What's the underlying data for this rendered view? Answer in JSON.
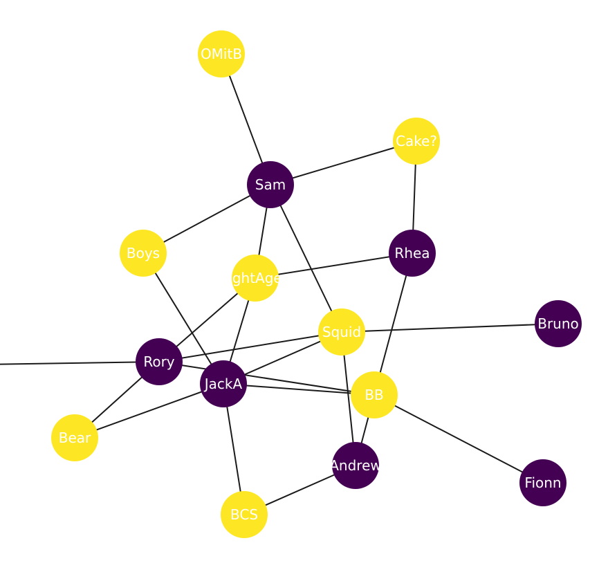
{
  "colors": {
    "yellow": "#fde725",
    "purple": "#440154",
    "edge": "#1a1a1a",
    "label": "#ffffff",
    "background": "#ffffff"
  },
  "nodes": [
    {
      "id": "OMitB",
      "label": "OMitB",
      "group": "yellow"
    },
    {
      "id": "CakeQ",
      "label": "Cake?",
      "group": "yellow"
    },
    {
      "id": "Sam",
      "label": "Sam",
      "group": "purple"
    },
    {
      "id": "Boys",
      "label": "Boys",
      "group": "yellow"
    },
    {
      "id": "Rhea",
      "label": "Rhea",
      "group": "purple"
    },
    {
      "id": "NightAge",
      "label": "ightAge",
      "group": "yellow"
    },
    {
      "id": "Bruno",
      "label": "Bruno",
      "group": "purple"
    },
    {
      "id": "Squid",
      "label": "Squid",
      "group": "yellow"
    },
    {
      "id": "Rory",
      "label": "Rory",
      "group": "purple"
    },
    {
      "id": "JackA",
      "label": "JackA",
      "group": "purple"
    },
    {
      "id": "BB",
      "label": "BB",
      "group": "yellow"
    },
    {
      "id": "Bear",
      "label": "Bear",
      "group": "yellow"
    },
    {
      "id": "Andrew",
      "label": "Andrew",
      "group": "purple"
    },
    {
      "id": "Fionn",
      "label": "Fionn",
      "group": "purple"
    },
    {
      "id": "BCS",
      "label": "BCS",
      "group": "yellow"
    },
    {
      "id": "Offscreen",
      "label": "",
      "group": "none"
    }
  ],
  "edges": [
    [
      "OMitB",
      "Sam"
    ],
    [
      "Sam",
      "CakeQ"
    ],
    [
      "CakeQ",
      "Rhea"
    ],
    [
      "Sam",
      "Boys"
    ],
    [
      "Sam",
      "NightAge"
    ],
    [
      "Sam",
      "Squid"
    ],
    [
      "Rhea",
      "NightAge"
    ],
    [
      "Rhea",
      "BB"
    ],
    [
      "Boys",
      "JackA"
    ],
    [
      "NightAge",
      "Rory"
    ],
    [
      "NightAge",
      "JackA"
    ],
    [
      "Squid",
      "Bruno"
    ],
    [
      "Squid",
      "Rory"
    ],
    [
      "Squid",
      "JackA"
    ],
    [
      "Squid",
      "Andrew"
    ],
    [
      "Rory",
      "Offscreen"
    ],
    [
      "Rory",
      "Bear"
    ],
    [
      "Rory",
      "BB"
    ],
    [
      "JackA",
      "BB"
    ],
    [
      "JackA",
      "Bear"
    ],
    [
      "JackA",
      "BCS"
    ],
    [
      "BB",
      "Andrew"
    ],
    [
      "BB",
      "Fionn"
    ],
    [
      "Andrew",
      "BCS"
    ]
  ]
}
